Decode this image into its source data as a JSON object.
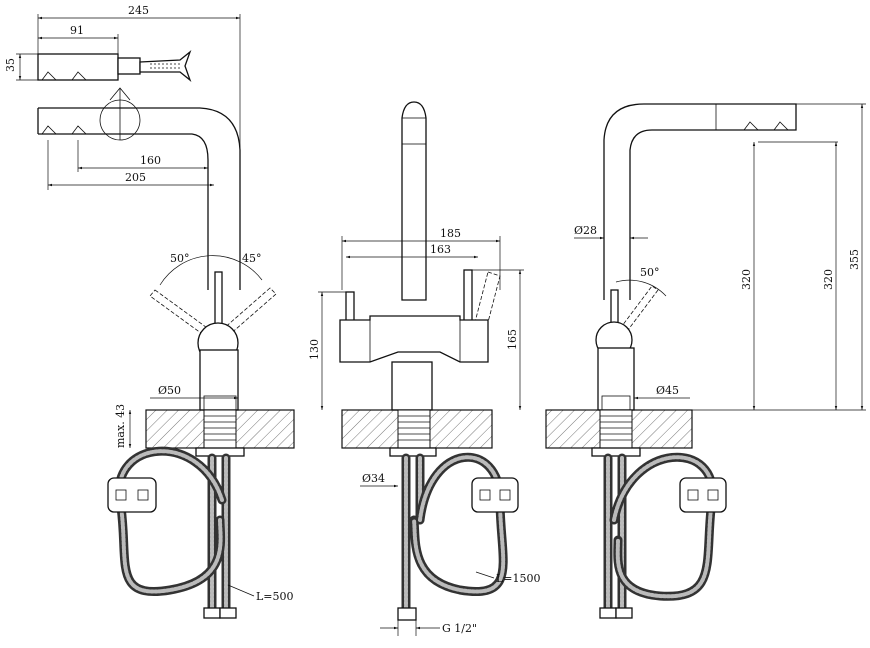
{
  "side_view": {
    "dim_245": "245",
    "dim_91": "91",
    "dim_35": "35",
    "dim_160": "160",
    "dim_205": "205",
    "angle_50": "50°",
    "angle_45": "45°",
    "dia_50": "Ø50",
    "max_43": "max. 43",
    "hose_length": "L=500"
  },
  "front_view": {
    "dim_185": "185",
    "dim_163": "163",
    "dim_130": "130",
    "dim_165": "165",
    "dia_34": "Ø34",
    "hose_length": "L=1500",
    "thread": "G 1/2\""
  },
  "right_view": {
    "dia_28": "Ø28",
    "angle_50": "50°",
    "dia_45": "Ø45",
    "dim_320a": "320",
    "dim_320b": "320",
    "dim_355": "355"
  }
}
